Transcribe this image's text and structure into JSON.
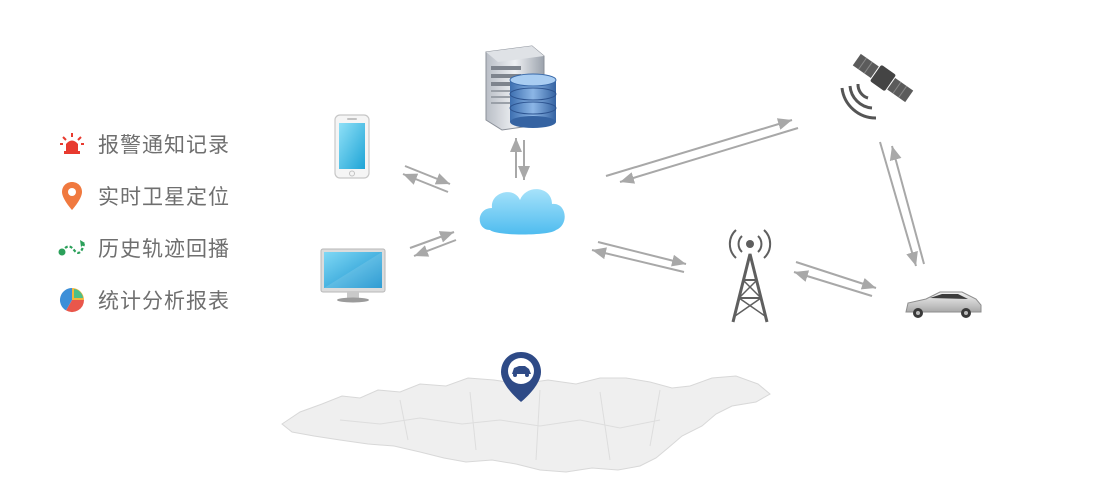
{
  "features": [
    {
      "label": "报警通知记录",
      "icon": "alarm-siren-icon",
      "color": "#e83a2f"
    },
    {
      "label": "实时卫星定位",
      "icon": "location-pin-icon",
      "color": "#f0793f"
    },
    {
      "label": "历史轨迹回播",
      "icon": "route-track-icon",
      "color": "#2ba05a"
    },
    {
      "label": "统计分析报表",
      "icon": "pie-chart-icon",
      "color": "#3c8fd8"
    }
  ],
  "colors": {
    "label_text": "#6f6f6f",
    "arrow": "#a8a8a8",
    "cloud": "#7ccff5",
    "map_fill": "#eeeeee",
    "marker": "#2e4a86"
  }
}
